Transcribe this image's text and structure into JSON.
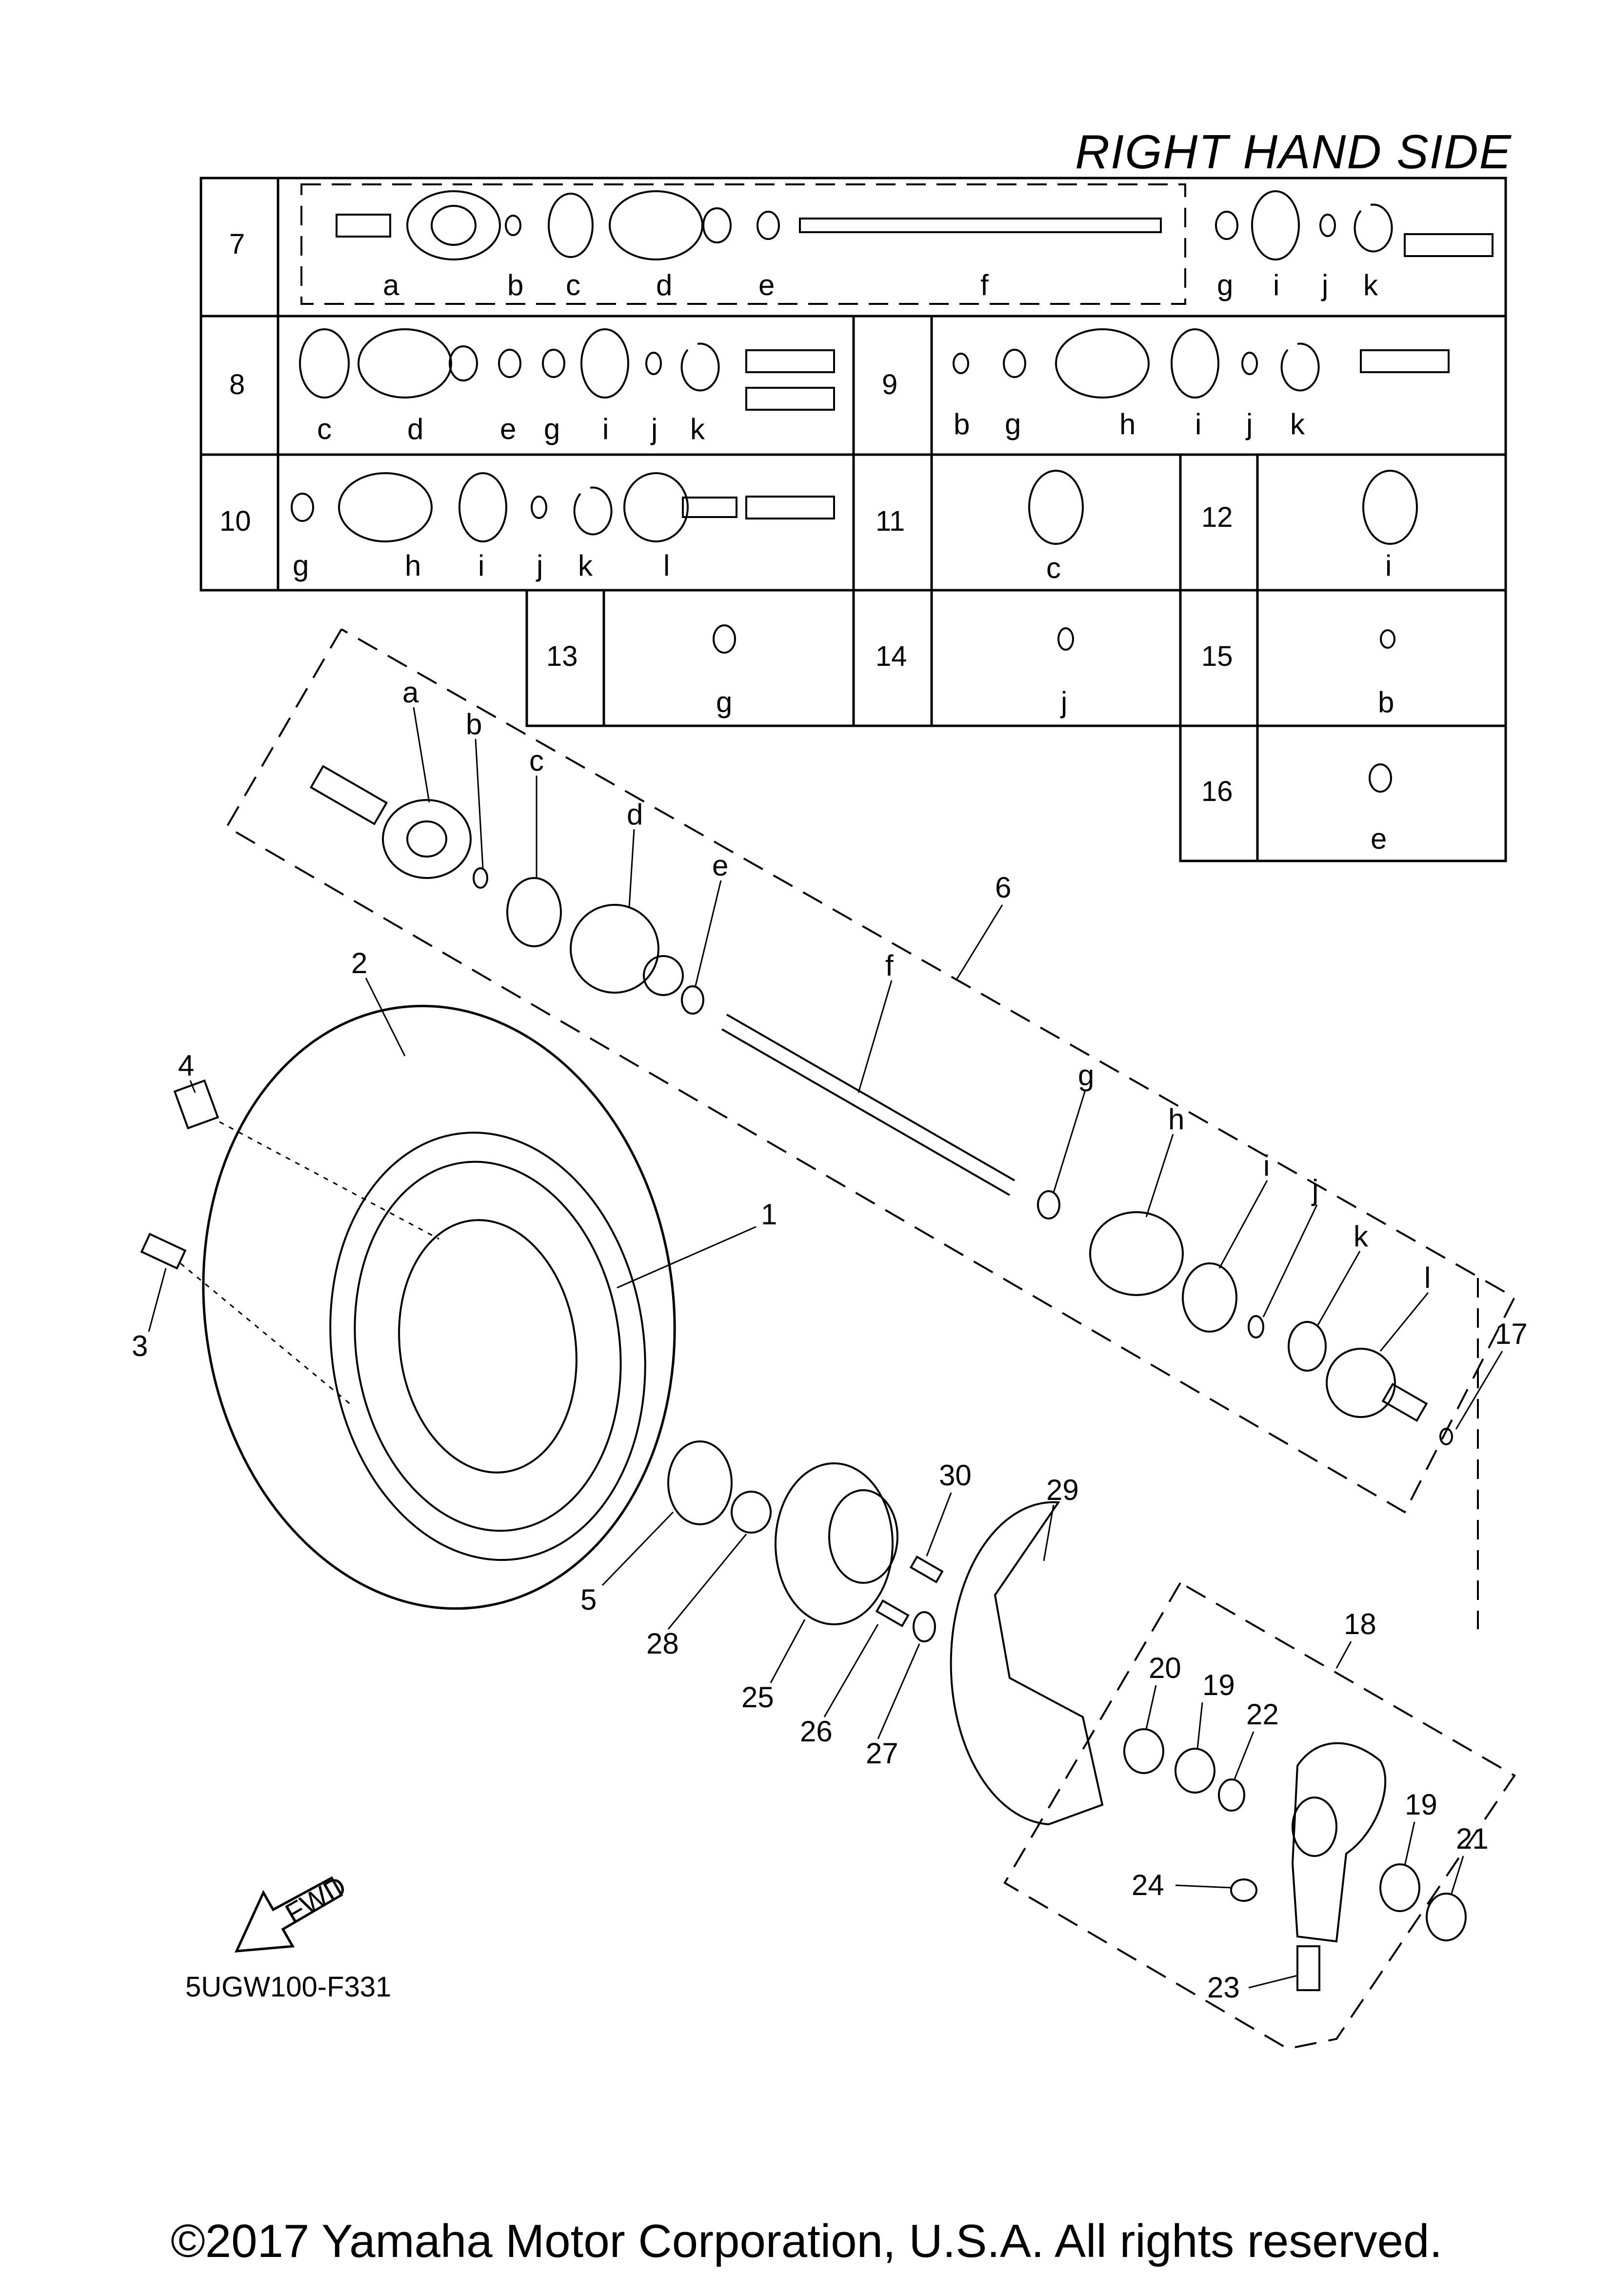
{
  "header": {
    "title": "RIGHT HAND SIDE"
  },
  "footer": {
    "diagram_code": "5UGW100-F331",
    "copyright": "©2017 Yamaha Motor Corporation, U.S.A. All rights reserved."
  },
  "fwd_label": "FWD",
  "table": {
    "rows": [
      {
        "number": "7",
        "letters": [
          "a",
          "b",
          "c",
          "d",
          "e",
          "f",
          "g",
          "i",
          "j",
          "k"
        ]
      },
      {
        "number": "8",
        "letters": [
          "c",
          "d",
          "e",
          "g",
          "i",
          "j",
          "k"
        ]
      },
      {
        "number": "9",
        "letters": [
          "b",
          "g",
          "h",
          "i",
          "j",
          "k"
        ]
      },
      {
        "number": "10",
        "letters": [
          "g",
          "h",
          "i",
          "j",
          "k",
          "l"
        ]
      },
      {
        "number": "11",
        "letters": [
          "c"
        ]
      },
      {
        "number": "12",
        "letters": [
          "i"
        ]
      },
      {
        "number": "13",
        "letters": [
          "g"
        ]
      },
      {
        "number": "14",
        "letters": [
          "j"
        ]
      },
      {
        "number": "15",
        "letters": [
          "b"
        ]
      },
      {
        "number": "16",
        "letters": [
          "e"
        ]
      }
    ]
  },
  "callouts": {
    "shaft_letters": [
      "a",
      "b",
      "c",
      "d",
      "e",
      "f",
      "g",
      "h",
      "i",
      "j",
      "k",
      "l"
    ],
    "numbers": [
      "1",
      "2",
      "3",
      "4",
      "5",
      "6",
      "17",
      "18",
      "19",
      "19",
      "20",
      "21",
      "22",
      "23",
      "24",
      "25",
      "26",
      "27",
      "28",
      "29",
      "30"
    ]
  }
}
